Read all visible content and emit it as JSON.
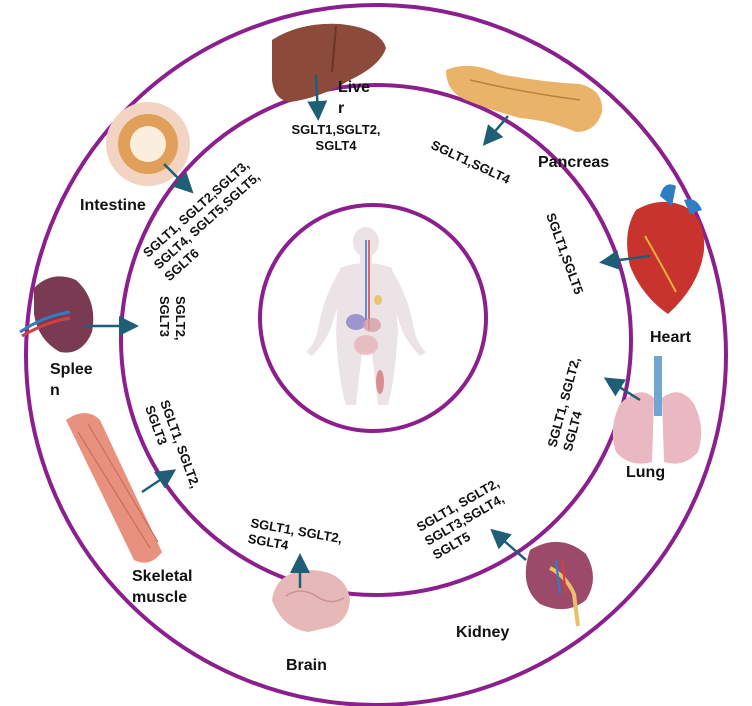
{
  "colors": {
    "ring": "#8b1f8e",
    "arrow": "#1f5f75",
    "background": "#ffffff"
  },
  "organs": [
    {
      "id": "liver",
      "label_lines": [
        "Live",
        "r"
      ],
      "genes": [
        "SGLT1,SGLT2,",
        "SGLT4"
      ]
    },
    {
      "id": "pancreas",
      "label_lines": [
        "Pancreas"
      ],
      "genes": [
        "SGLT1,SGLT4"
      ]
    },
    {
      "id": "heart",
      "label_lines": [
        "Heart"
      ],
      "genes": [
        "SGLT1,SGLT5"
      ]
    },
    {
      "id": "lung",
      "label_lines": [
        "Lung"
      ],
      "genes": [
        "SGLT1, SGLT2,",
        "SGLT4"
      ]
    },
    {
      "id": "kidney",
      "label_lines": [
        "Kidney"
      ],
      "genes": [
        "SGLT1, SGLT2,",
        "SGLT3,SGLT4,",
        "SGLT5"
      ]
    },
    {
      "id": "brain",
      "label_lines": [
        "Brain"
      ],
      "genes": [
        "SGLT1, SGLT2,",
        "SGLT4"
      ]
    },
    {
      "id": "skeletal-muscle",
      "label_lines": [
        "Skeletal",
        "muscle"
      ],
      "genes": [
        "SGLT1, SGLT2,",
        "SGLT3"
      ]
    },
    {
      "id": "spleen",
      "label_lines": [
        "Splee",
        "n"
      ],
      "genes": [
        "SGLT2,",
        "SGLT3"
      ]
    },
    {
      "id": "intestine",
      "label_lines": [
        "Intestine"
      ],
      "genes": [
        "SGLT1, SGLT2,SGLT3,",
        "SGLT4, SGLT5,SGLT5,",
        "SGLT6"
      ]
    }
  ]
}
